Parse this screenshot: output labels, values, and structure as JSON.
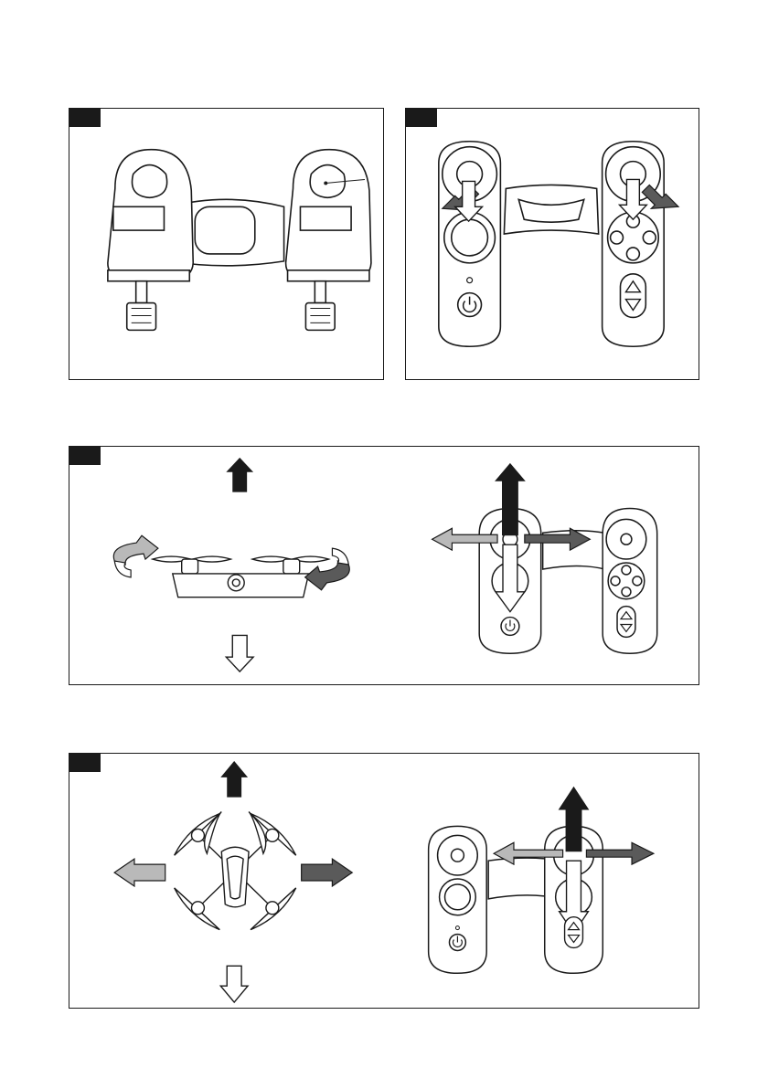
{
  "colors": {
    "line": "#1a1a1a",
    "arrow_dark": "#1a1a1a",
    "arrow_mid": "#5a5a5a",
    "arrow_light": "#b9b9b9",
    "body_fill": "#ffffff"
  },
  "icons": {
    "power": "power-icon",
    "up_down": "up-down-arrows-icon"
  },
  "panels": [
    {
      "id": "panel-1"
    },
    {
      "id": "panel-2"
    },
    {
      "id": "panel-3"
    },
    {
      "id": "panel-4"
    }
  ]
}
